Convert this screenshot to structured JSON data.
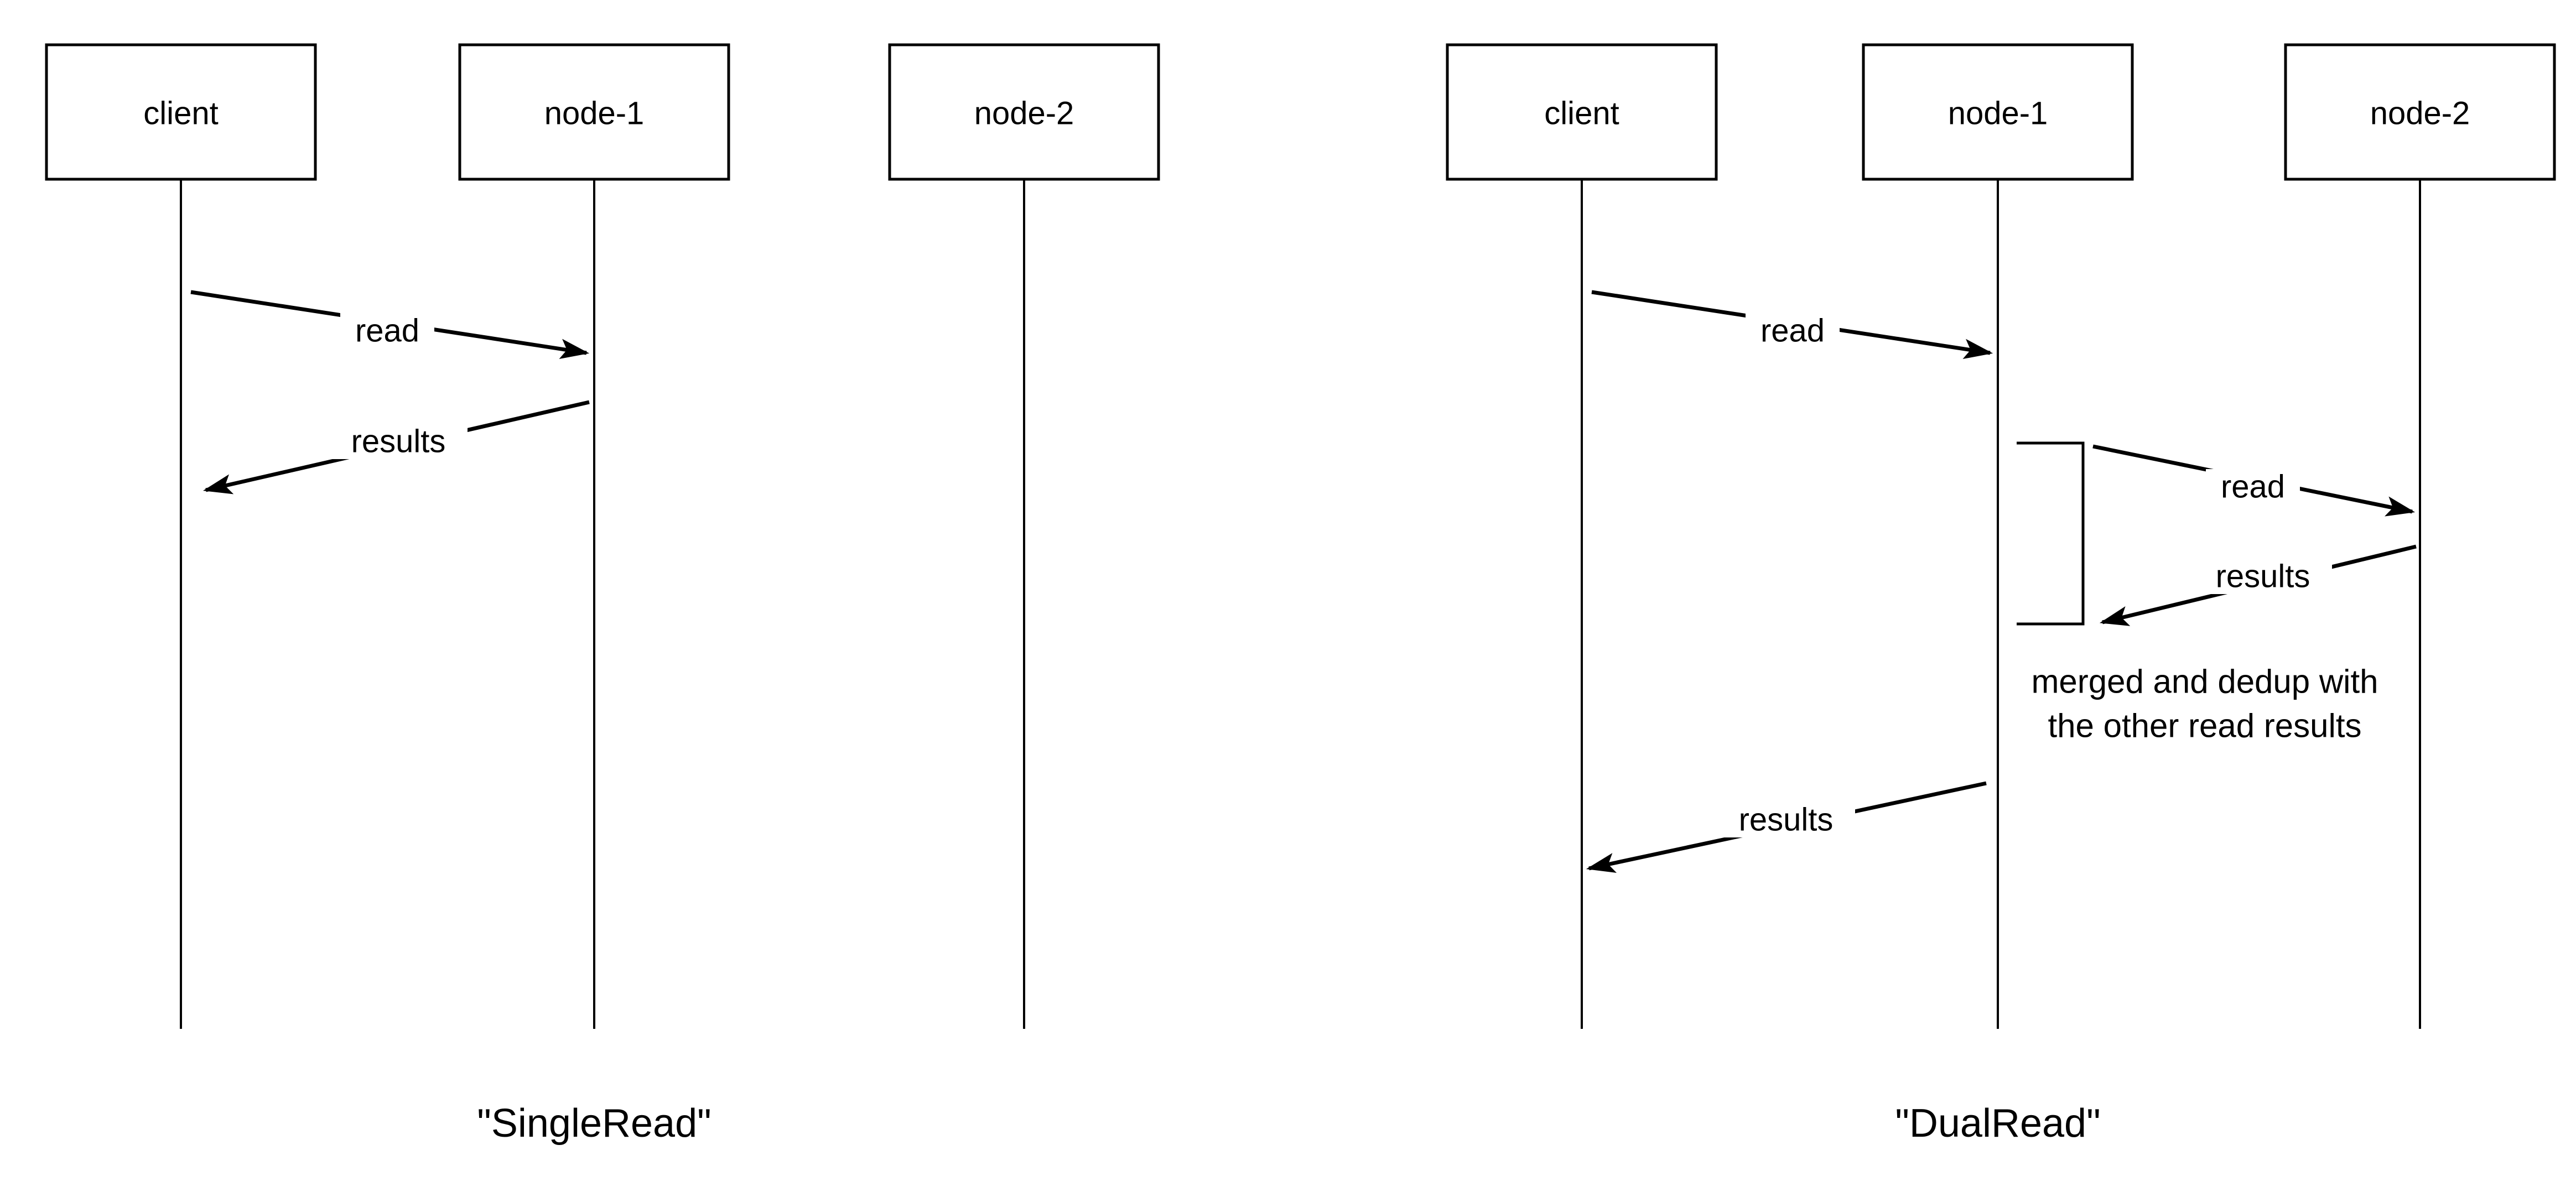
{
  "colors": {
    "background": "#ffffff",
    "stroke": "#000000"
  },
  "diagrams": [
    {
      "title": "\"SingleRead\"",
      "actors": [
        {
          "label": "client"
        },
        {
          "label": "node-1"
        },
        {
          "label": "node-2"
        }
      ],
      "messages": [
        {
          "label": "read"
        },
        {
          "label": "results"
        }
      ]
    },
    {
      "title": "\"DualRead\"",
      "actors": [
        {
          "label": "client"
        },
        {
          "label": "node-1"
        },
        {
          "label": "node-2"
        }
      ],
      "messages": [
        {
          "label": "read"
        },
        {
          "label": "read"
        },
        {
          "label": "results"
        },
        {
          "label": "results"
        }
      ],
      "note": {
        "line1": "merged and dedup with",
        "line2": "the other read results"
      }
    }
  ]
}
